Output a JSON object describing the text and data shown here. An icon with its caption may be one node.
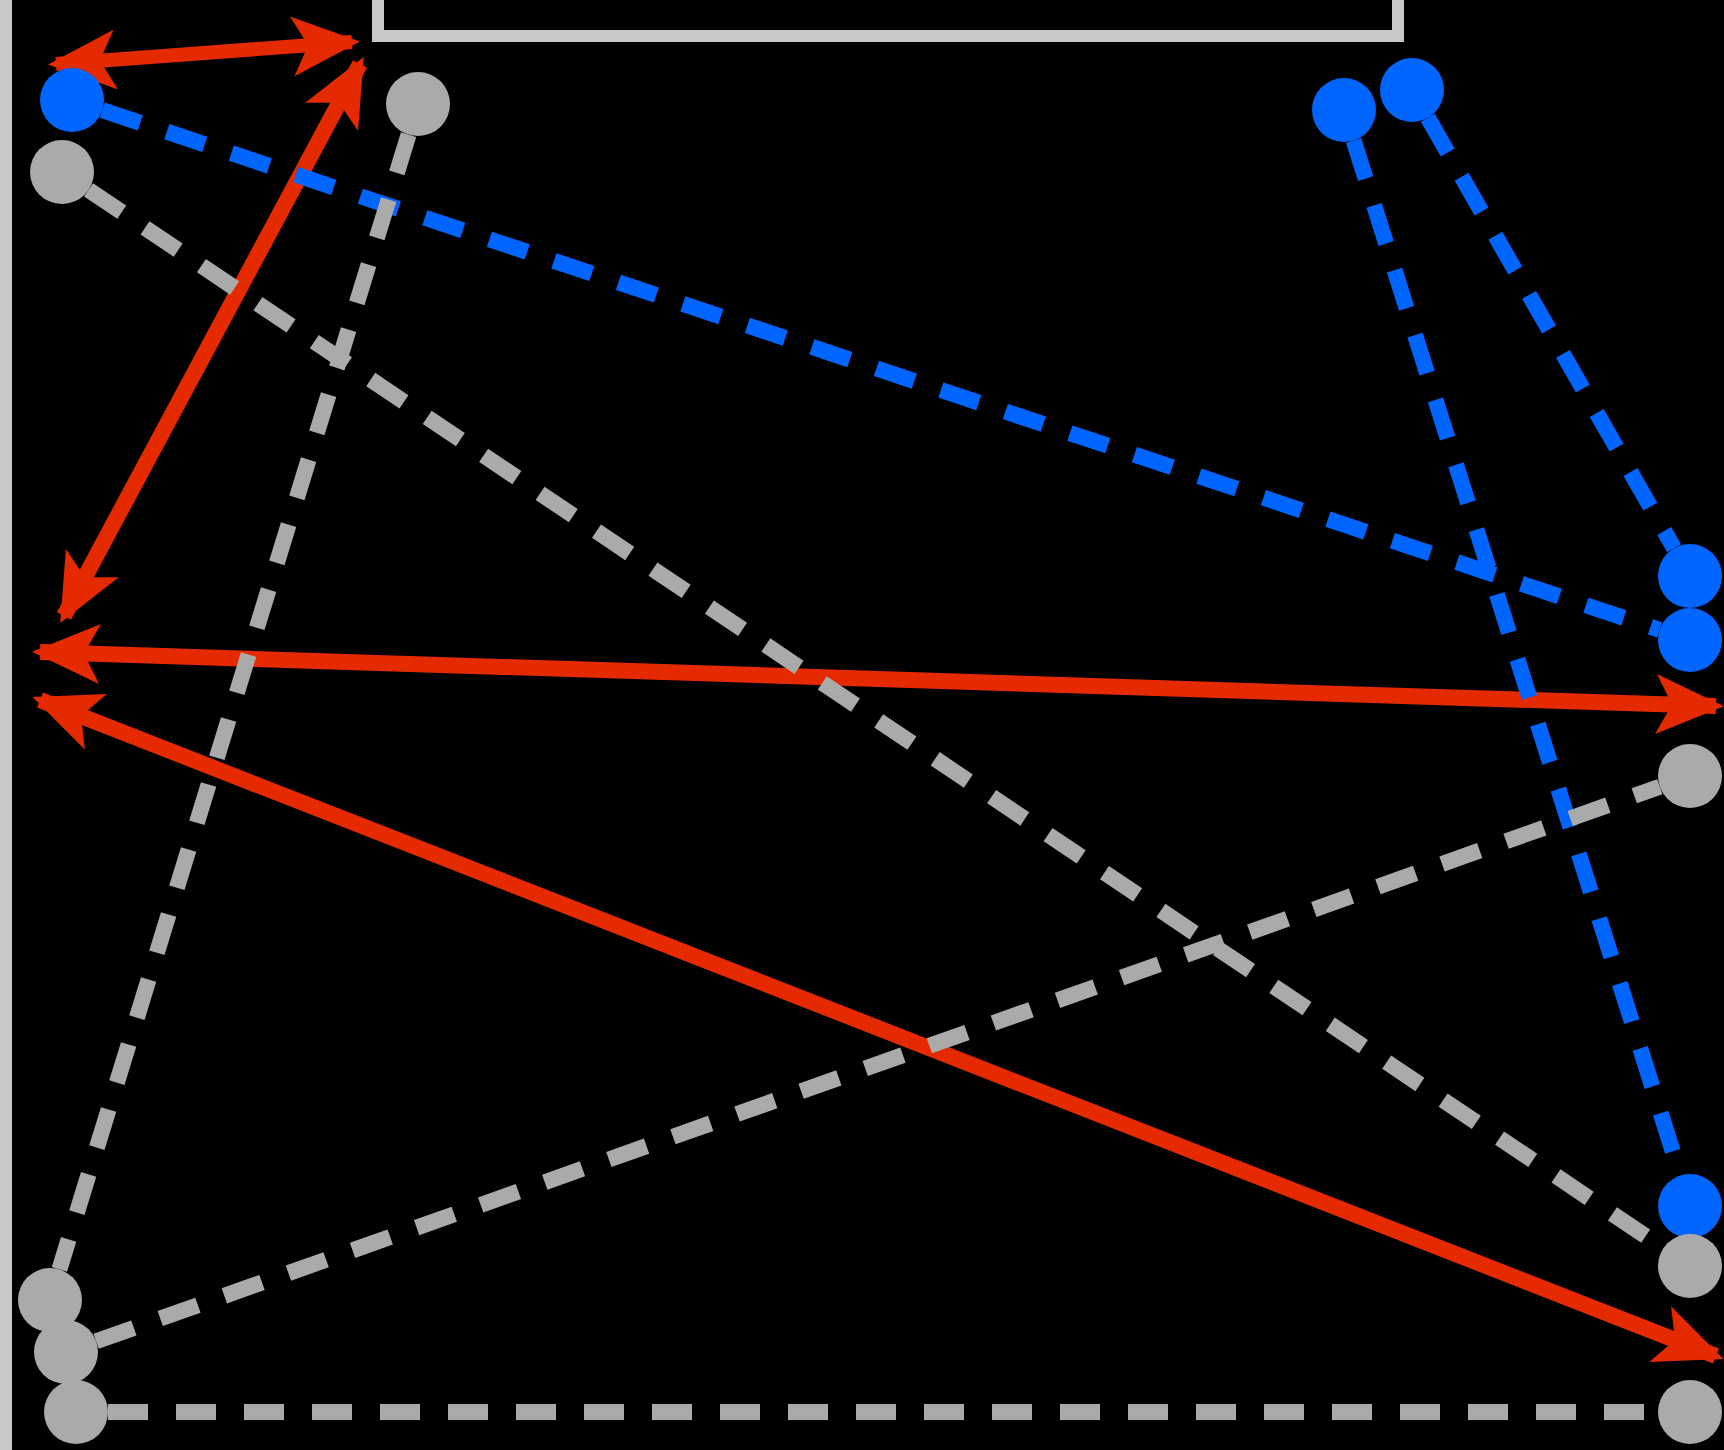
{
  "diagram": {
    "nodes": [
      {
        "text": [],
        "shape": "circle"
      },
      {
        "text": [],
        "shape": "circle"
      },
      {
        "text": [],
        "shape": "circle"
      },
      {
        "text": [],
        "shape": "circle"
      },
      {
        "text": [],
        "shape": "circle"
      },
      {
        "text": [],
        "shape": "circle"
      },
      {
        "text": [],
        "shape": "circle"
      },
      {
        "text": [],
        "shape": "circle"
      },
      {
        "text": [],
        "shape": "circle"
      },
      {
        "text": [],
        "shape": "circle"
      },
      {
        "text": [],
        "shape": "circle"
      },
      {
        "text": [],
        "shape": "circle"
      },
      {
        "text": [],
        "shape": "circle"
      },
      {
        "text": [],
        "shape": "circle"
      }
    ],
    "edges": [
      {
        "from": 1,
        "to": 6,
        "arrow": "none",
        "style": "dashed",
        "color": "#0066ff"
      },
      {
        "from": 3,
        "to": 8,
        "arrow": "none",
        "style": "dashed",
        "color": "#0066ff"
      },
      {
        "from": 0,
        "to": 5,
        "arrow": "none",
        "style": "dashed",
        "color": "#0066ff"
      },
      {
        "from": 2,
        "to": 10,
        "arrow": "none",
        "style": "dashed"
      },
      {
        "from": 4,
        "to": 9,
        "arrow": "none",
        "style": "dashed"
      },
      {
        "from": 11,
        "to": 7,
        "arrow": "none",
        "style": "dashed"
      },
      {
        "from": 12,
        "to": 13,
        "arrow": "none",
        "style": "dashed"
      },
      {
        "from": 1,
        "to": 2,
        "arrow": "both",
        "color": "#e52a00"
      }
    ]
  }
}
